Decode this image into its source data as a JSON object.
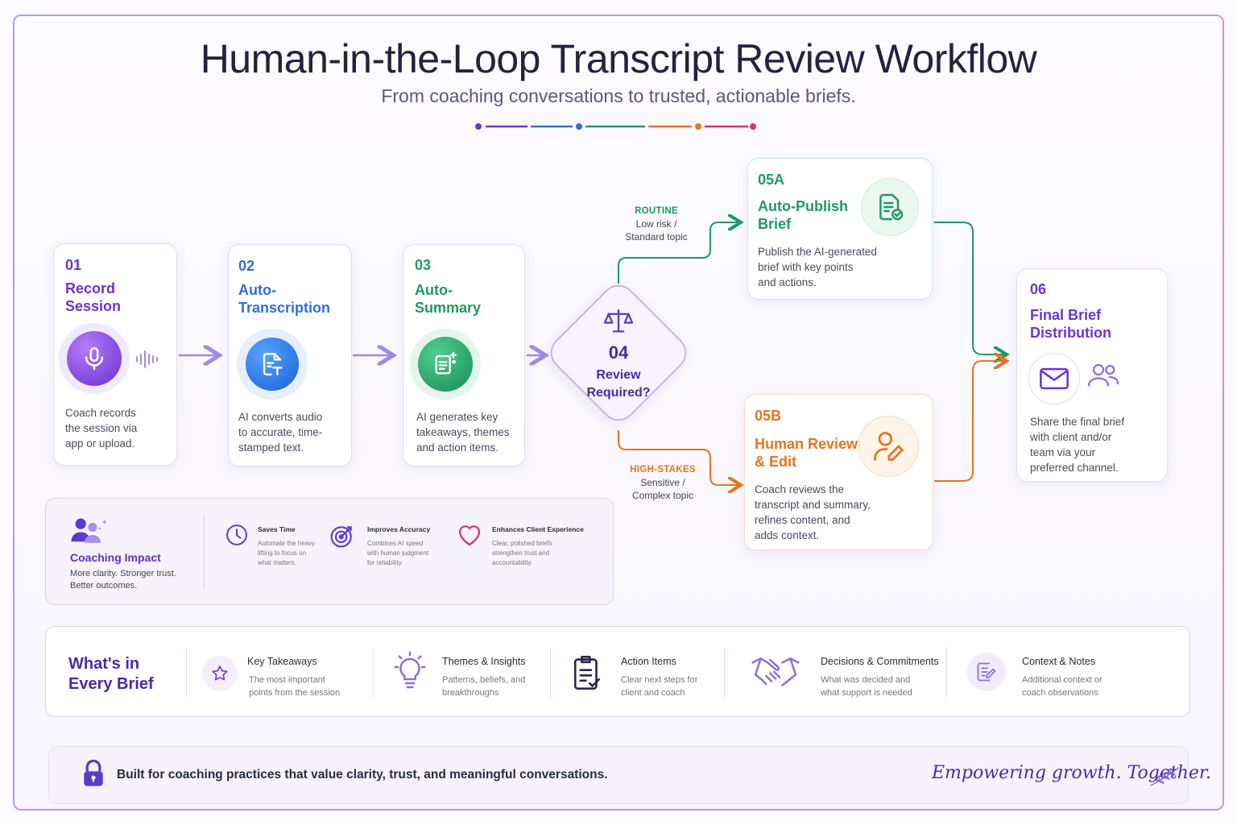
{
  "header": {
    "title": "Human-in-the-Loop Transcript Review Workflow",
    "subtitle": "From coaching conversations to trusted, actionable briefs."
  },
  "colors": {
    "purple": "#6a35d4",
    "blue": "#2f6fd6",
    "green": "#1f9a62",
    "orange": "#e5751f",
    "pink": "#e0306f"
  },
  "steps": [
    {
      "num": "01",
      "title": "Record\nSession",
      "desc": "Coach records\nthe session via\napp or upload.",
      "icon": "microphone-icon"
    },
    {
      "num": "02",
      "title": "Auto-\nTranscription",
      "desc": "AI converts audio\nto accurate, time-\nstamped text.",
      "icon": "transcript-icon"
    },
    {
      "num": "03",
      "title": "Auto-\nSummary",
      "desc": "AI generates key\ntakeaways, themes\nand action items.",
      "icon": "summary-sparkle-icon"
    },
    {
      "num": "04",
      "title": "Review\nRequired?",
      "icon": "scales-icon"
    }
  ],
  "branches": {
    "routine": {
      "tag": "ROUTINE",
      "desc": "Low risk /\nStandard topic"
    },
    "high_stakes": {
      "tag": "HIGH-STAKES",
      "desc": "Sensitive /\nComplex topic"
    }
  },
  "step_05a": {
    "num": "05A",
    "title": "Auto-Publish\nBrief",
    "desc": "Publish the AI-generated\nbrief with key points\nand actions.",
    "icon": "document-check-icon"
  },
  "step_05b": {
    "num": "05B",
    "title": "Human Review\n& Edit",
    "desc": "Coach reviews the\ntranscript and summary,\nrefines content, and\nadds context.",
    "icon": "user-edit-icon"
  },
  "step_06": {
    "num": "06",
    "title": "Final Brief\nDistribution",
    "desc": "Share the final brief\nwith client and/or\nteam via your\npreferred channel.",
    "icon": "mail-icon"
  },
  "impact": {
    "title": "Coaching Impact",
    "subtitle": "More clarity. Stronger trust.\nBetter outcomes.",
    "benefits": [
      {
        "title": "Saves Time",
        "desc": "Automate the heavy\nlifting to focus on\nwhat matters.",
        "icon": "clock-icon"
      },
      {
        "title": "Improves Accuracy",
        "desc": "Combines AI speed\nwith human judgment\nfor reliability.",
        "icon": "target-icon"
      },
      {
        "title": "Enhances Client Experience",
        "desc": "Clear, polished briefs\nstrengthen trust and\naccountability.",
        "icon": "heart-icon"
      }
    ]
  },
  "brief": {
    "title": "What's in\nEvery Brief",
    "items": [
      {
        "title": "Key Takeaways",
        "desc": "The most important\npoints from the session",
        "icon": "star-icon"
      },
      {
        "title": "Themes & Insights",
        "desc": "Patterns, beliefs, and\nbreakthroughs",
        "icon": "lightbulb-icon"
      },
      {
        "title": "Action Items",
        "desc": "Clear next steps for\nclient and coach",
        "icon": "clipboard-check-icon"
      },
      {
        "title": "Decisions & Commitments",
        "desc": "What was decided and\nwhat support is needed",
        "icon": "handshake-icon"
      },
      {
        "title": "Context & Notes",
        "desc": "Additional context or\ncoach observations",
        "icon": "notes-icon"
      }
    ]
  },
  "footer": {
    "text": "Built for coaching practices that value clarity, trust, and meaningful conversations.",
    "signature": "Empowering growth. Together.",
    "icon": "lock-icon"
  }
}
